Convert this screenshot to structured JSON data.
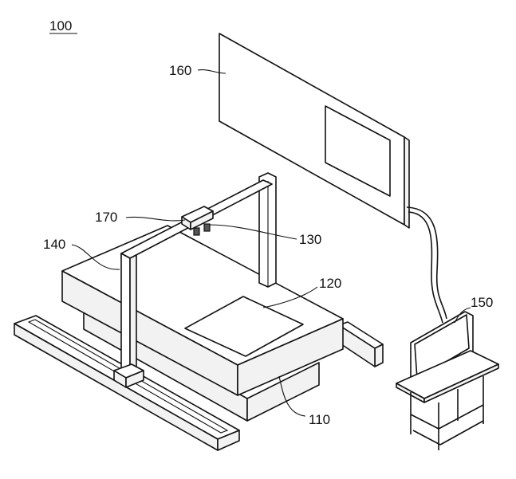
{
  "figure": {
    "main_label": "100",
    "parts": {
      "base": "110",
      "work_area": "120",
      "camera": "130",
      "gantry": "140",
      "computer": "150",
      "screen": "160",
      "beam": "170"
    }
  },
  "colors": {
    "ink": "#111111",
    "background": "#ffffff"
  }
}
